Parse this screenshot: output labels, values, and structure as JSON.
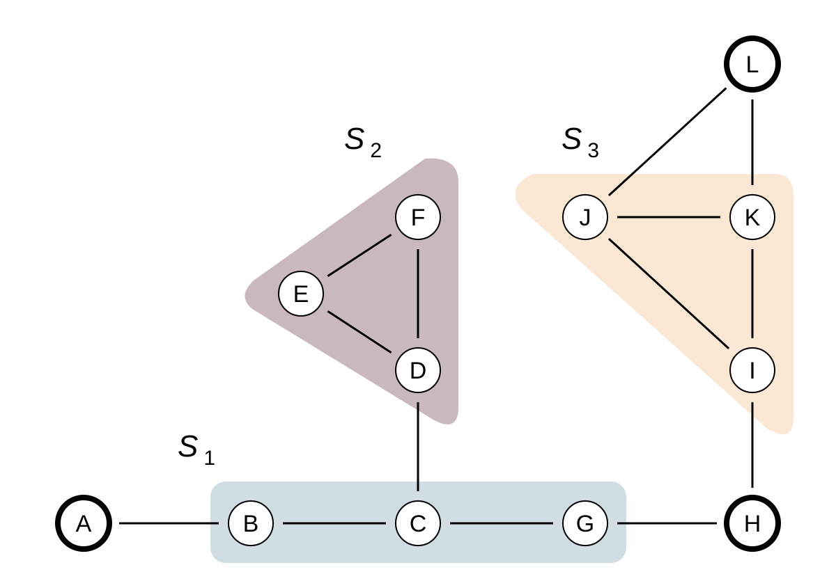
{
  "diagram": {
    "sets": [
      {
        "id": "s1",
        "label": "S",
        "subscript": "1",
        "color": "#d0dde3"
      },
      {
        "id": "s2",
        "label": "S",
        "subscript": "2",
        "color": "#c9b9bf"
      },
      {
        "id": "s3",
        "label": "S",
        "subscript": "3",
        "color": "#fae8d5"
      }
    ],
    "nodes": [
      {
        "id": "A",
        "label": "A",
        "emphasized": true
      },
      {
        "id": "B",
        "label": "B",
        "emphasized": false
      },
      {
        "id": "C",
        "label": "C",
        "emphasized": false
      },
      {
        "id": "G",
        "label": "G",
        "emphasized": false
      },
      {
        "id": "H",
        "label": "H",
        "emphasized": true
      },
      {
        "id": "D",
        "label": "D",
        "emphasized": false
      },
      {
        "id": "E",
        "label": "E",
        "emphasized": false
      },
      {
        "id": "F",
        "label": "F",
        "emphasized": false
      },
      {
        "id": "I",
        "label": "I",
        "emphasized": false
      },
      {
        "id": "J",
        "label": "J",
        "emphasized": false
      },
      {
        "id": "K",
        "label": "K",
        "emphasized": false
      },
      {
        "id": "L",
        "label": "L",
        "emphasized": true
      }
    ],
    "edges": [
      [
        "A",
        "B"
      ],
      [
        "B",
        "C"
      ],
      [
        "C",
        "G"
      ],
      [
        "G",
        "H"
      ],
      [
        "C",
        "D"
      ],
      [
        "D",
        "E"
      ],
      [
        "E",
        "F"
      ],
      [
        "F",
        "D"
      ],
      [
        "H",
        "I"
      ],
      [
        "I",
        "K"
      ],
      [
        "I",
        "J"
      ],
      [
        "J",
        "K"
      ],
      [
        "J",
        "L"
      ],
      [
        "K",
        "L"
      ]
    ],
    "colors": {
      "line": "#000000",
      "node_fill": "#ffffff"
    }
  }
}
